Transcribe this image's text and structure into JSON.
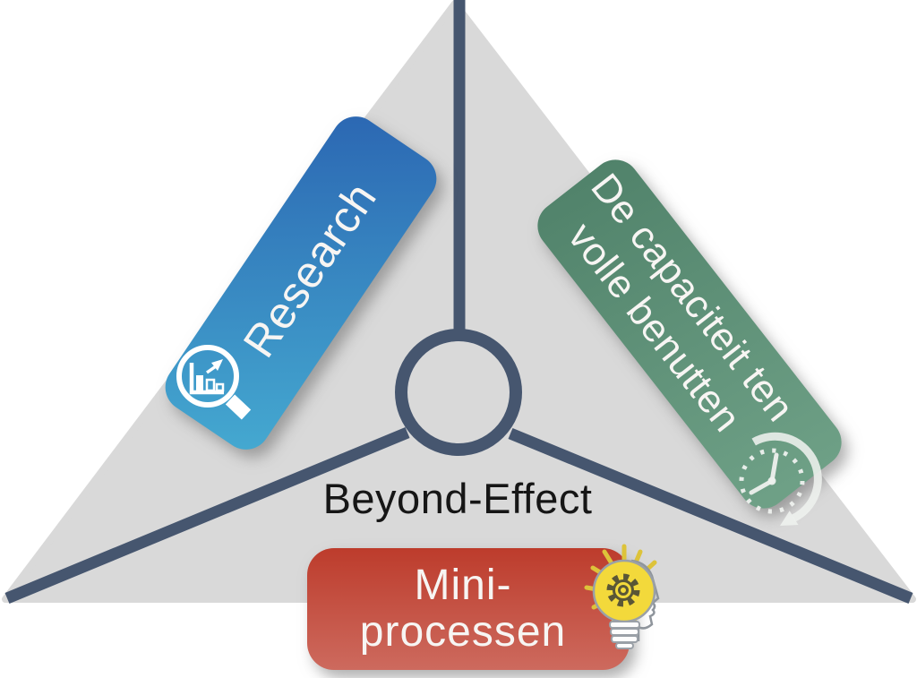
{
  "diagram": {
    "center": {
      "label": "Beyond-Effect"
    },
    "nodes": [
      {
        "id": "research",
        "label": "Research",
        "icon": "magnifier-bar-chart-icon",
        "color_start": "#2b66b2",
        "color_end": "#45aad1"
      },
      {
        "id": "capacity",
        "lines": [
          "De capaciteit ten",
          "volle benutten"
        ],
        "icon": "clock-history-icon",
        "color_start": "#50826a",
        "color_end": "#6fa187"
      },
      {
        "id": "mini-processen",
        "lines": [
          "Mini-",
          "processen"
        ],
        "icon": "idea-head-bulb-gear-icon",
        "color_start": "#bd3c2c",
        "color_end": "#cd6a5e"
      }
    ],
    "colors": {
      "triangle_fill": "#d9d9d9",
      "connector": "#46566f",
      "light_text": "#f7f5f3",
      "dark_text": "#161616",
      "bulb_yellow": "#f3d93b",
      "ray_yellow": "#ddc33a"
    }
  }
}
